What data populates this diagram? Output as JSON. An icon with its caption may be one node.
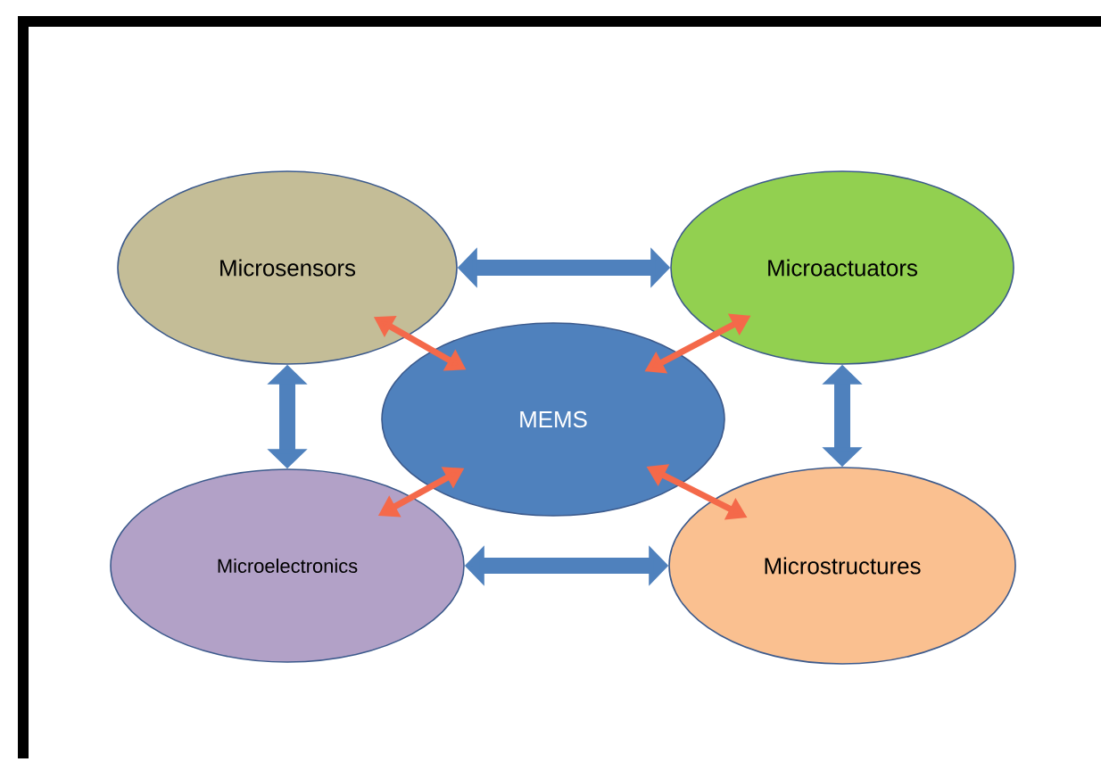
{
  "diagram": {
    "nodes": [
      {
        "text": [
          "Microsensors"
        ]
      },
      {
        "text": [
          "Microactuators"
        ]
      },
      {
        "text": [
          "MEMS"
        ]
      },
      {
        "text": [
          "Microelectronics"
        ]
      },
      {
        "text": [
          "Microstructures"
        ]
      }
    ],
    "edges": [
      {
        "from": 0,
        "to": 1,
        "arrow": "both",
        "style": "thick",
        "color": "#4f81bd"
      },
      {
        "from": 0,
        "to": 3,
        "arrow": "both",
        "style": "thick",
        "color": "#4f81bd"
      },
      {
        "from": 1,
        "to": 4,
        "arrow": "both",
        "style": "thick",
        "color": "#4f81bd"
      },
      {
        "from": 3,
        "to": 4,
        "arrow": "both",
        "style": "thick",
        "color": "#4f81bd"
      },
      {
        "from": 2,
        "to": 0,
        "arrow": "both",
        "color": "#f4694a"
      },
      {
        "from": 2,
        "to": 1,
        "arrow": "both",
        "color": "#f4694a"
      },
      {
        "from": 2,
        "to": 3,
        "arrow": "both",
        "color": "#f4694a"
      },
      {
        "from": 2,
        "to": 4,
        "arrow": "both",
        "color": "#f4694a"
      }
    ]
  }
}
